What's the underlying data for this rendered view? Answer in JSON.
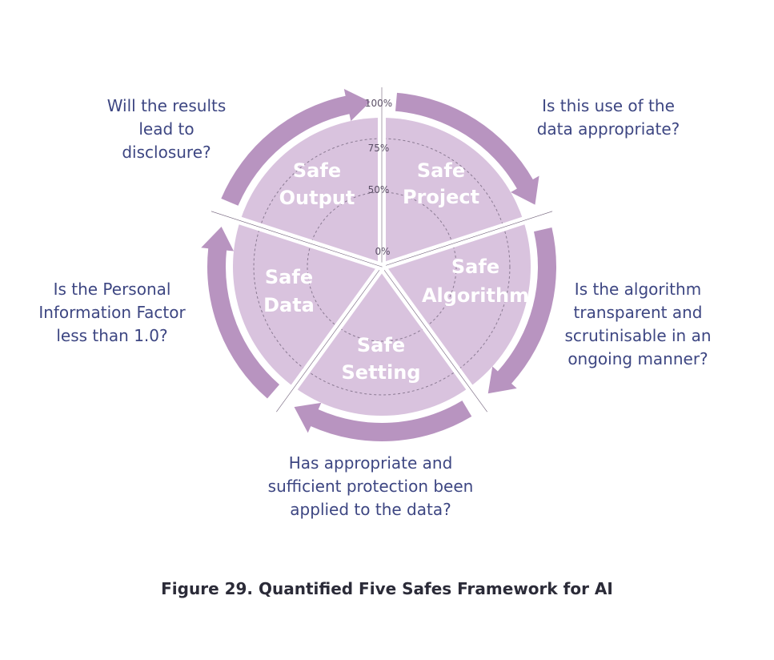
{
  "colors": {
    "segment_fill": "#d9c3de",
    "ring_fill": "#b894c0",
    "divider": "#ffffff",
    "segment_text": "#ffffff",
    "question_text": "#3d4682",
    "caption_text": "#2b2b38",
    "dashed_line": "#8a7a92"
  },
  "scale_labels": [
    "100%",
    "75%",
    "50%",
    "0%"
  ],
  "segments": [
    {
      "line1": "Safe",
      "line2": "Project"
    },
    {
      "line1": "Safe",
      "line2": "Algorithm"
    },
    {
      "line1": "Safe",
      "line2": "Setting"
    },
    {
      "line1": "Safe",
      "line2": "Data"
    },
    {
      "line1": "Safe",
      "line2": "Output"
    }
  ],
  "questions": {
    "project": "Is this use of the\ndata appropriate?",
    "algorithm": "Is the algorithm\ntransparent and\nscrutinisable in an\nongoing manner?",
    "setting": "Has appropriate and\nsufficient protection been\napplied to the data?",
    "data": "Is the Personal\nInformation Factor\nless than 1.0?",
    "output": "Will the results\nlead to\ndisclosure?"
  },
  "caption": "Figure 29. Quantified Five Safes Framework for AI"
}
